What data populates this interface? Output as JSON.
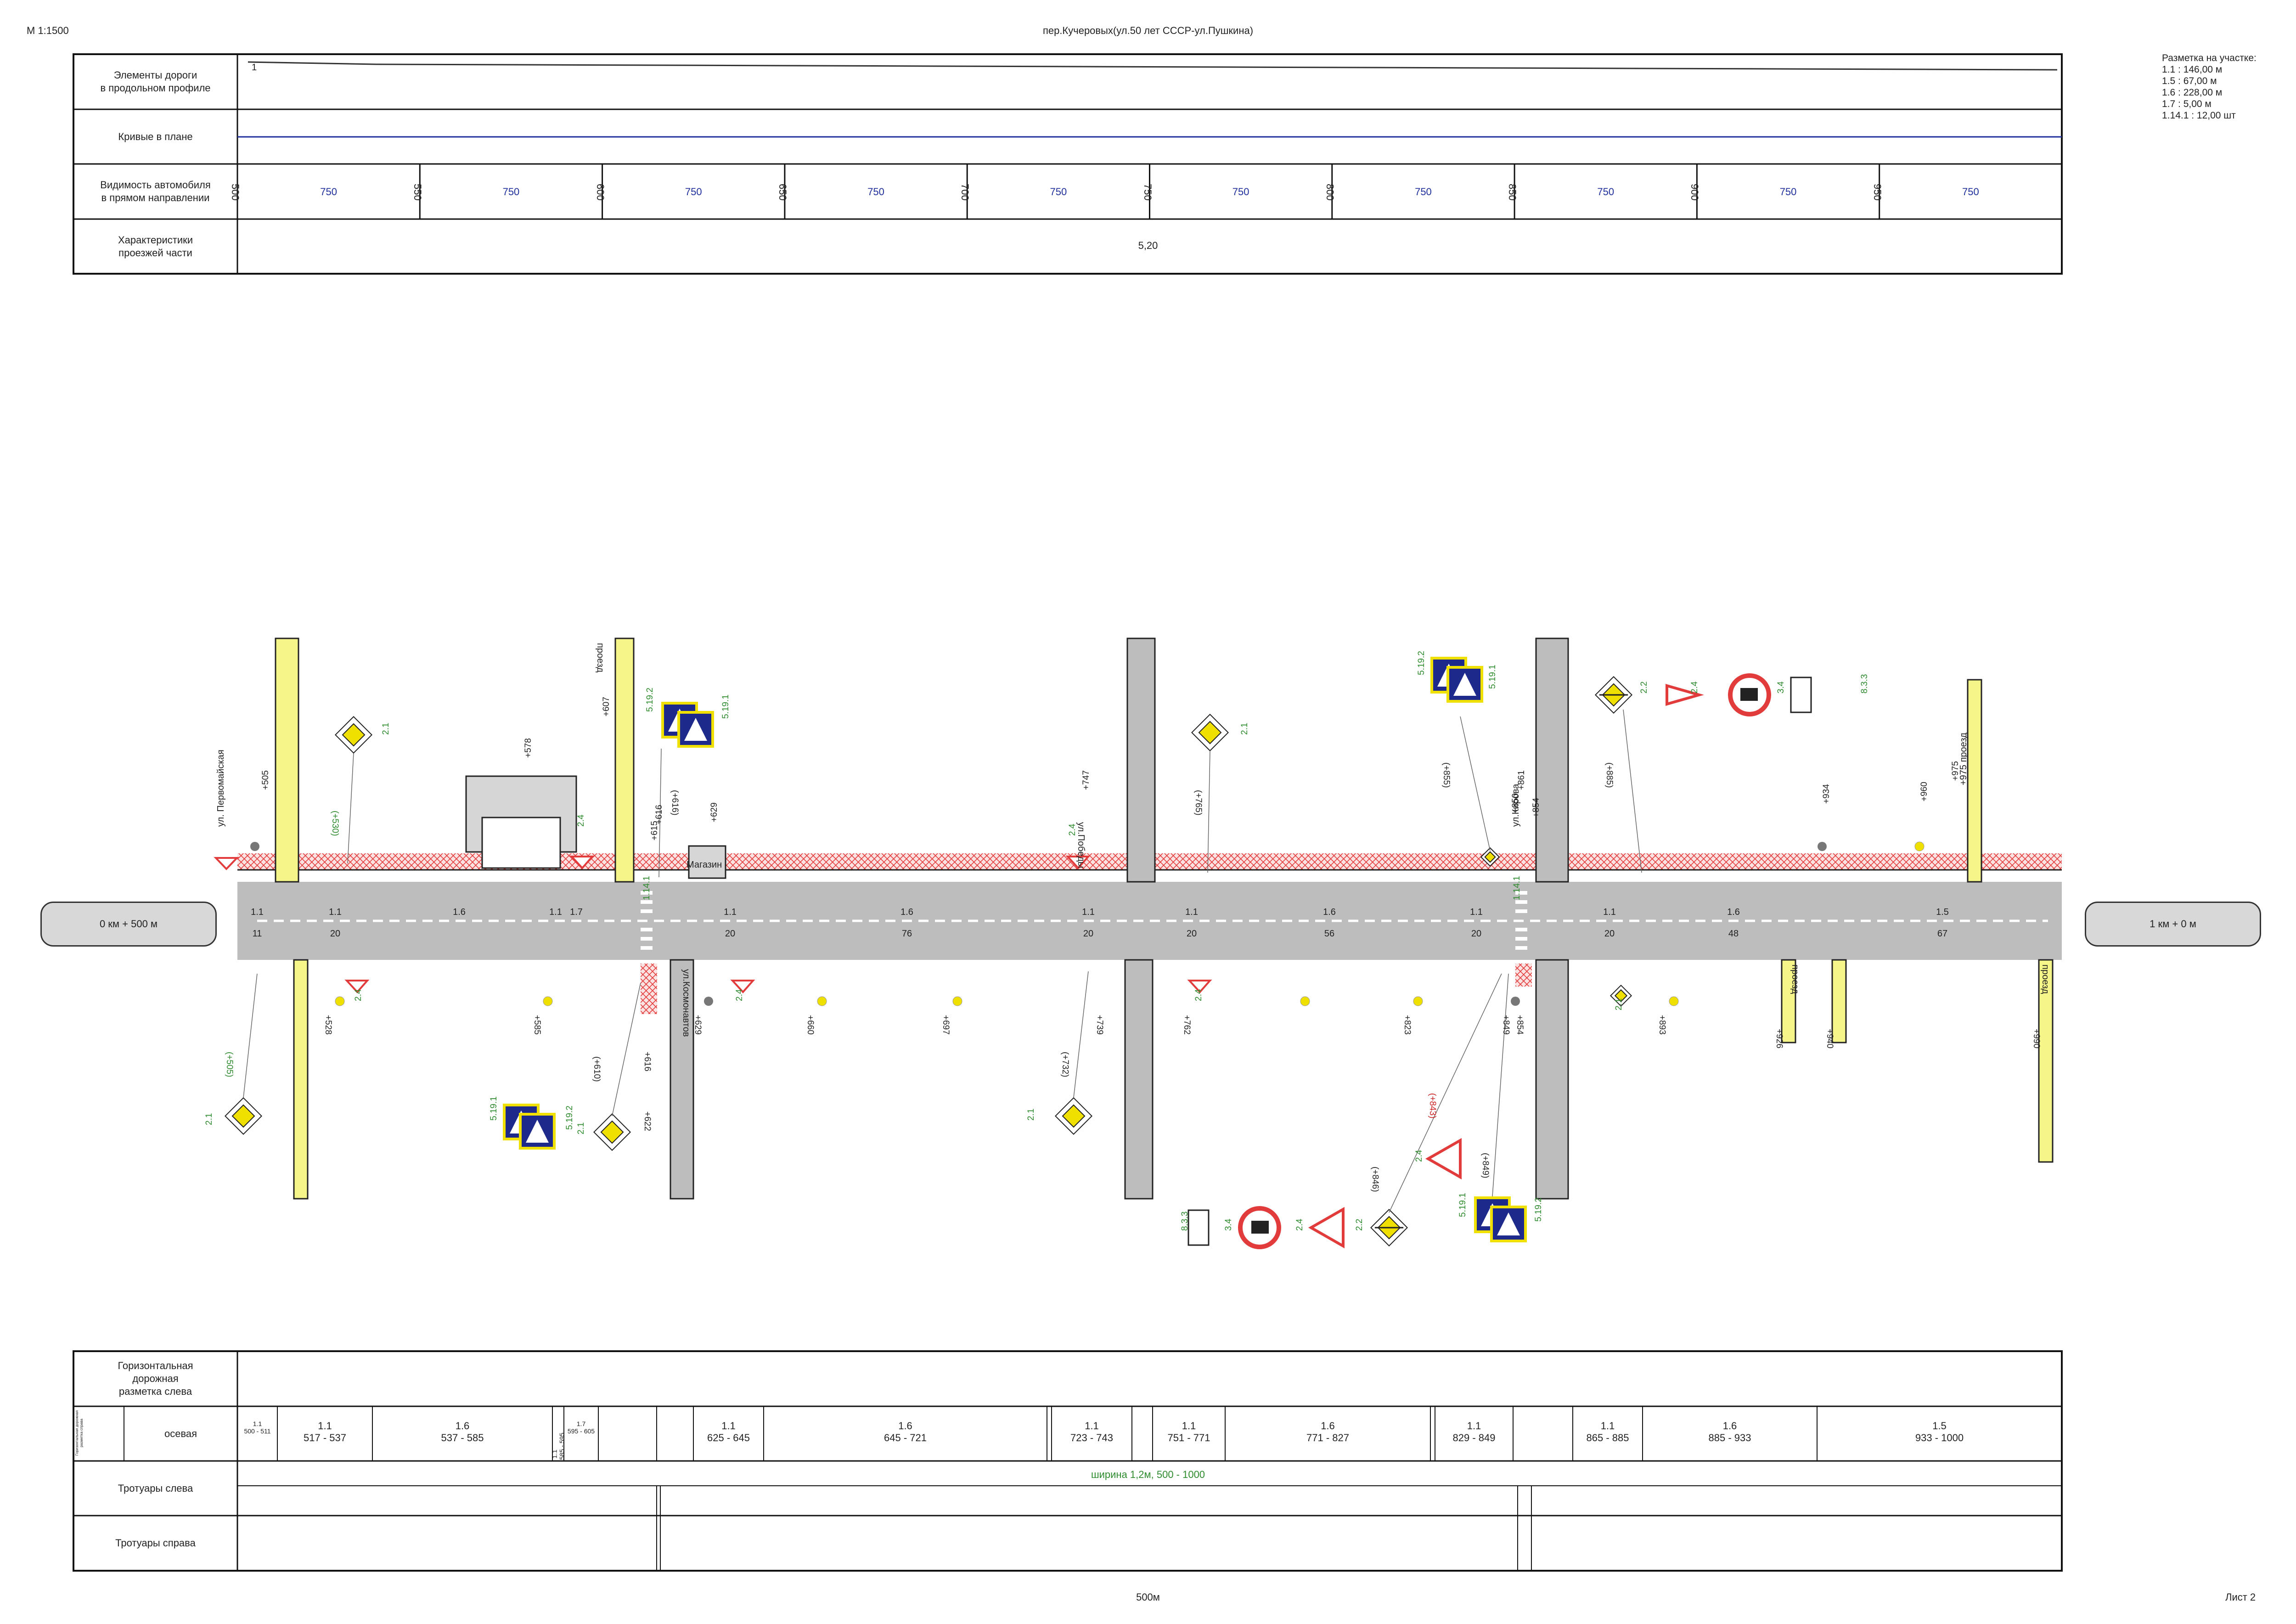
{
  "header": {
    "scale": "М 1:1500",
    "title": "пер.Кучеровых(ул.50 лет СССР-ул.Пушкина)",
    "summary_title": "Разметка на участке:",
    "summary_lines": [
      "1.1 : 146,00 м",
      "1.5 : 67,00 м",
      "1.6 : 228,00 м",
      "1.7 : 5,00 м",
      "1.14.1 : 12,00 шт"
    ]
  },
  "top_table": {
    "row_labels": [
      "Элементы дороги\nв продольном профиле",
      "Кривые в плане",
      "Видимость автомобиля\nв прямом направлении",
      "Характеристики\nпроезжей части"
    ],
    "profile_mark": "1",
    "visibility": [
      {
        "pk": "500",
        "value": "750"
      },
      {
        "pk": "550",
        "value": "750"
      },
      {
        "pk": "600",
        "value": "750"
      },
      {
        "pk": "650",
        "value": "750"
      },
      {
        "pk": "700",
        "value": "750"
      },
      {
        "pk": "750",
        "value": "750"
      },
      {
        "pk": "800",
        "value": "750"
      },
      {
        "pk": "850",
        "value": "750"
      },
      {
        "pk": "900",
        "value": "750"
      },
      {
        "pk": "950",
        "value": "750"
      }
    ],
    "carriageway": "5,20"
  },
  "plan": {
    "start_label": "0 км + 500 м",
    "end_label": "1 км + 0 м",
    "shop_label": "Магазин",
    "street_labels": [
      "ул. Первомайская",
      "ул.Победы",
      "ул.Кирова",
      "ул.Космонавтов",
      "проезд",
      "проезд",
      "проезд",
      "+975 проезд"
    ],
    "markings_top": [
      {
        "code": "1.1",
        "len": "11"
      },
      {
        "code": "1.1",
        "len": "20"
      },
      {
        "code": "1.6",
        "len": ""
      },
      {
        "code": "1.1",
        "len": ""
      },
      {
        "code": "1.7",
        "len": ""
      },
      {
        "code": "1.1",
        "len": "20"
      },
      {
        "code": "1.6",
        "len": "76"
      },
      {
        "code": "1.1",
        "len": "20"
      },
      {
        "code": "1.1",
        "len": "20"
      },
      {
        "code": "1.6",
        "len": "56"
      },
      {
        "code": "1.1",
        "len": "20"
      },
      {
        "code": "1.1",
        "len": "20"
      },
      {
        "code": "1.6",
        "len": "48"
      },
      {
        "code": "1.5",
        "len": "67"
      }
    ],
    "pk_marks_top": [
      "+505",
      "+578",
      "+607",
      "+616",
      "+615",
      "+629",
      "+747",
      "+850",
      "+861",
      "+854",
      "+934",
      "+960",
      "+975"
    ],
    "pk_marks_bottom": [
      "+528",
      "+585",
      "+616",
      "+622",
      "+629",
      "+660",
      "+697",
      "+739",
      "+762",
      "+823",
      "+849",
      "+854",
      "+893",
      "+926",
      "+940",
      "+990"
    ],
    "sign_codes": [
      "2.1",
      "2.4",
      "2.2",
      "3.4",
      "8.3.3",
      "5.19.1",
      "5.19.2",
      "1.14.1"
    ],
    "sign_refs": [
      "(+530)",
      "(+616)",
      "(+765)",
      "(+855)",
      "(+885)",
      "(+505)",
      "(+610)",
      "(+732)",
      "(+846)",
      "(+843)",
      "(+849)"
    ]
  },
  "bottom_table": {
    "row_labels": [
      "Горизонтальная\nдорожная\nразметка слева",
      "осевая",
      "Тротуары слева",
      "Тротуары справа"
    ],
    "side_label": "Горизонтальная дорожная разметка справа",
    "axial": [
      {
        "code": "1.1",
        "range": "500 - 511"
      },
      {
        "code": "1.1",
        "range": "517 - 537"
      },
      {
        "code": "1.6",
        "range": "537 - 585"
      },
      {
        "code": "1.1",
        "range": "585 - 595"
      },
      {
        "code": "1.7",
        "range": "595 - 605"
      },
      {
        "code": "1.1",
        "range": "625 - 645"
      },
      {
        "code": "1.6",
        "range": "645 - 721"
      },
      {
        "code": "1.1",
        "range": "723 - 743"
      },
      {
        "code": "1.1",
        "range": "751 - 771"
      },
      {
        "code": "1.6",
        "range": "771 - 827"
      },
      {
        "code": "1.1",
        "range": "829 - 849"
      },
      {
        "code": "1.1",
        "range": "865 - 885"
      },
      {
        "code": "1.6",
        "range": "885 - 933"
      },
      {
        "code": "1.5",
        "range": "933 - 1000"
      }
    ],
    "sidewalk_left": "ширина 1,2м, 500 - 1000"
  },
  "footer": {
    "scale_bar": "500м",
    "sheet": "Лист 2"
  },
  "colors": {
    "road": "#bdbdbd",
    "sidewalk": "#f6f58a",
    "crosshatch": "#e23b3b",
    "sign_blue": "#1d2a8c",
    "sign_yellow": "#f0e000",
    "green_text": "#2e8b2e"
  }
}
